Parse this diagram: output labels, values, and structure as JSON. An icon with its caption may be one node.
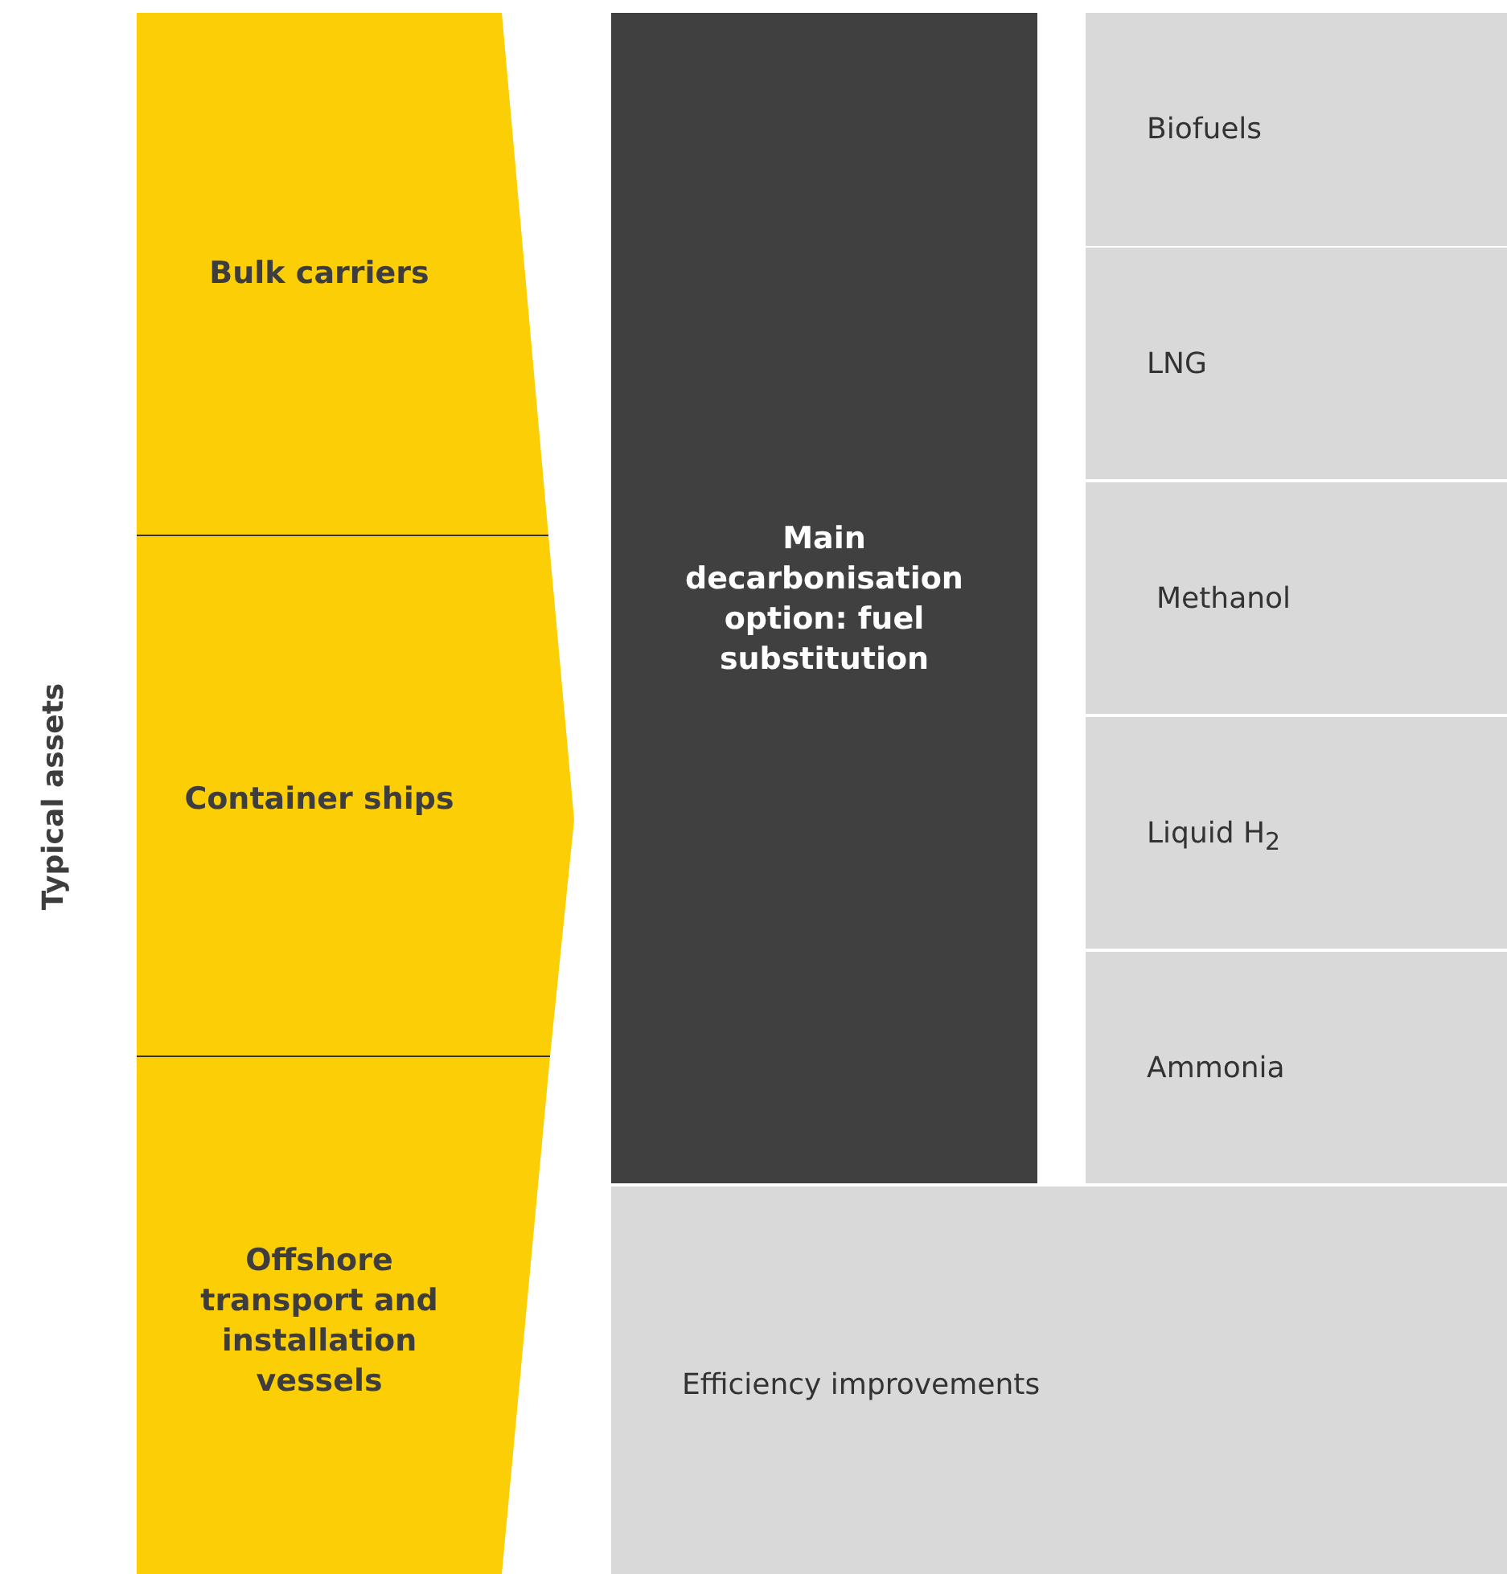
{
  "diagram": {
    "nodes": [
      {
        "text": [
          "Bulk carriers"
        ]
      },
      {
        "text": [
          "Container ships"
        ]
      },
      {
        "text": [
          "Offshore transport and installation vessels"
        ]
      },
      {
        "text": [
          "Main decarbonisation option: fuel substitution"
        ]
      },
      {
        "text": [
          "Biofuels"
        ]
      },
      {
        "text": [
          "LNG"
        ]
      },
      {
        "text": [
          "Methanol"
        ]
      },
      {
        "text": [
          "Liquid H$_{2}$"
        ]
      },
      {
        "text": [
          "Ammonia"
        ]
      },
      {
        "text": [
          "Efficiency improvements"
        ]
      }
    ],
    "labels": [
      "Typical assets"
    ]
  }
}
